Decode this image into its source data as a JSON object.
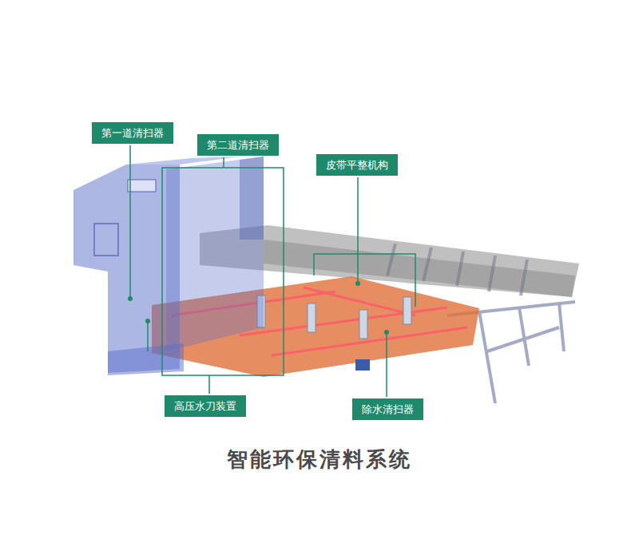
{
  "diagram": {
    "title": "智能环保清料系统",
    "nodes": [
      {
        "text": [
          "第一道清扫器"
        ]
      },
      {
        "text": [
          "第二道清扫器"
        ]
      },
      {
        "text": [
          "皮带平整机构"
        ]
      },
      {
        "text": [
          "高压水刀装置"
        ]
      },
      {
        "text": [
          "除水清扫器"
        ]
      }
    ]
  }
}
